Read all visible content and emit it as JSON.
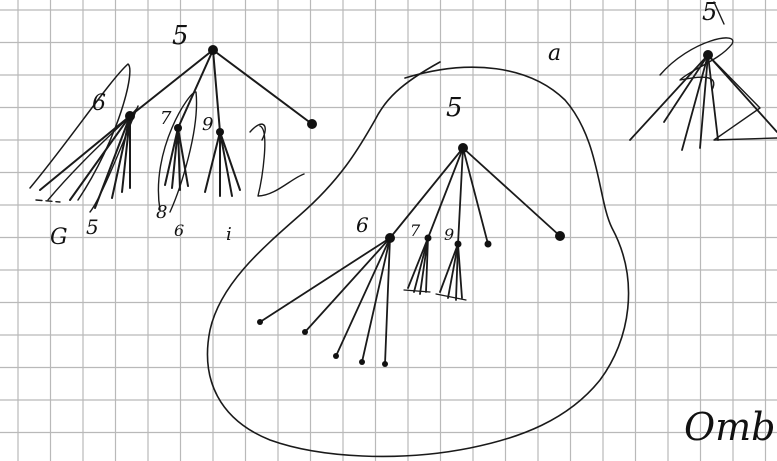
{
  "colors": {
    "paper": "#ffffff",
    "grid": "#b9b9b9",
    "ink": "#1a1a1a"
  },
  "left_tree": {
    "root_label": "5",
    "child_labels": [
      "6",
      "7",
      "9"
    ],
    "bottom_labels": [
      "G",
      "5",
      "8",
      "6",
      "i"
    ]
  },
  "center_tree": {
    "root_label": "5",
    "child_labels": [
      "6",
      "7",
      "9"
    ],
    "enclosure_label": "a"
  },
  "right_tree": {
    "root_label": "5"
  },
  "corner_word": "Omb"
}
